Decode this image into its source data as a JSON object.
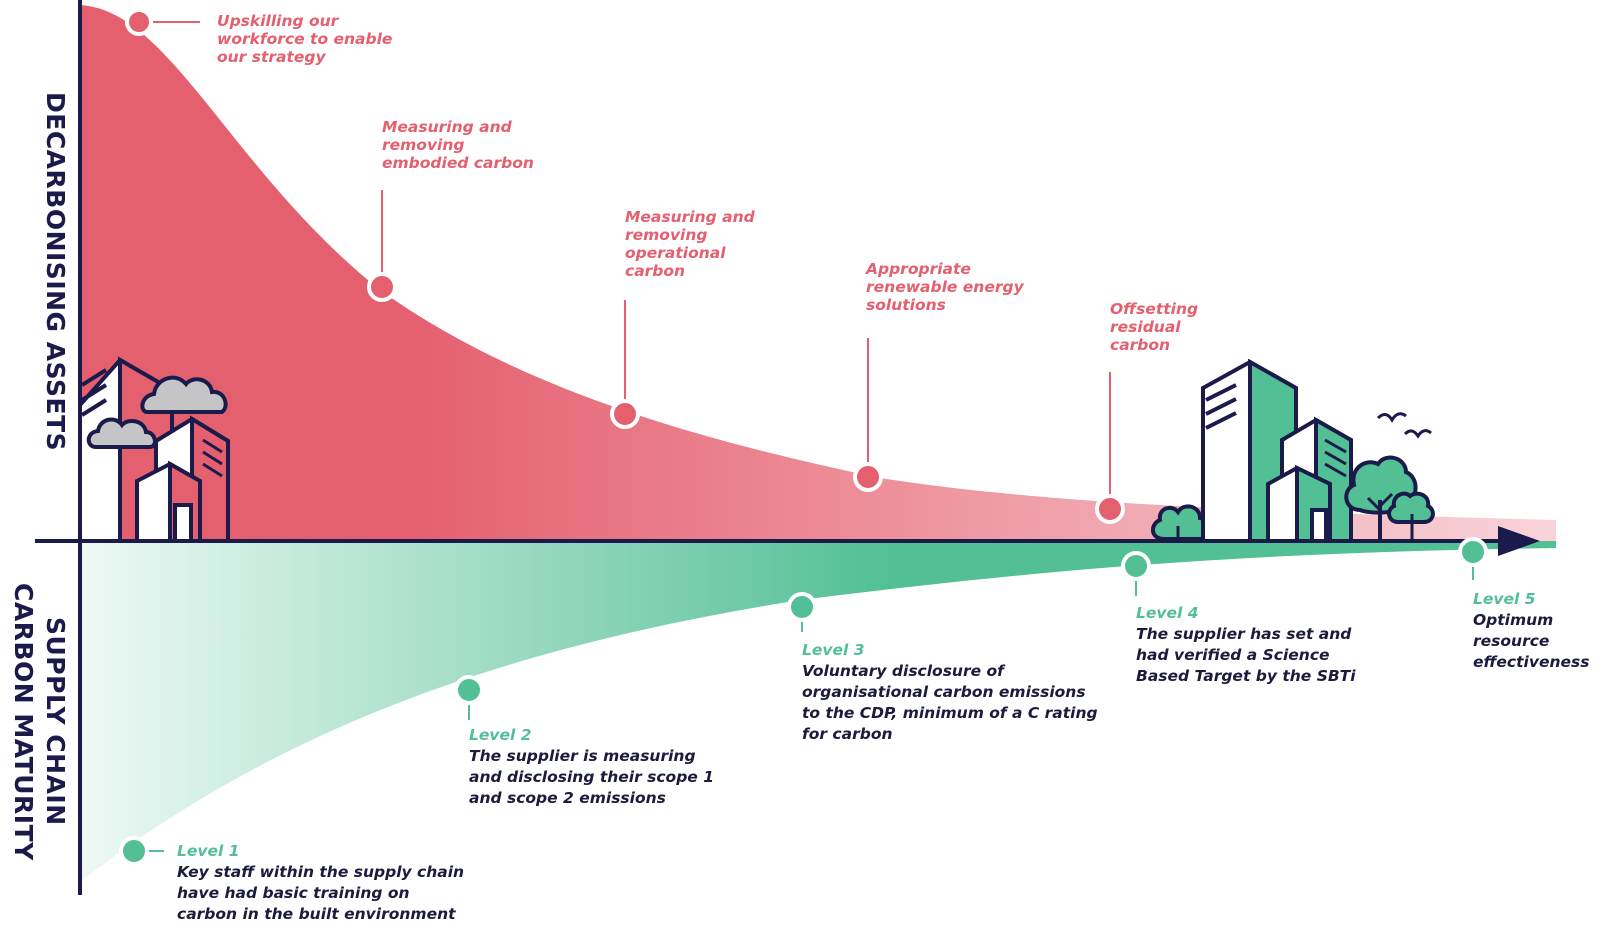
{
  "axes": {
    "upper_title": "DECARBONISING ASSETS",
    "lower_title_line1": "SUPPLY CHAIN",
    "lower_title_line2": "CARBON MATURITY"
  },
  "milestones": [
    {
      "lines": [
        "Upskilling our",
        "workforce to enable",
        "our strategy"
      ]
    },
    {
      "lines": [
        "Measuring and",
        "removing",
        "embodied carbon"
      ]
    },
    {
      "lines": [
        "Measuring and",
        "removing",
        "operational",
        "carbon"
      ]
    },
    {
      "lines": [
        "Appropriate",
        "renewable energy",
        "solutions"
      ]
    },
    {
      "lines": [
        "Offsetting",
        "residual",
        "carbon"
      ]
    }
  ],
  "levels": [
    {
      "title": "Level 1",
      "lines": [
        "Key staff within the supply chain",
        "have had basic training on",
        "carbon in the built environment"
      ]
    },
    {
      "title": "Level 2",
      "lines": [
        "The supplier is measuring",
        "and disclosing their scope 1",
        "and scope 2 emissions"
      ]
    },
    {
      "title": "Level 3",
      "lines": [
        "Voluntary disclosure of",
        "organisational carbon emissions",
        "to the CDP, minimum of a C rating",
        "for carbon"
      ]
    },
    {
      "title": "Level 4",
      "lines": [
        "The supplier has set and",
        "had verified a Science",
        "Based Target by the SBTi"
      ]
    },
    {
      "title": "Level 5",
      "lines": [
        "Optimum",
        "resource",
        "effectiveness"
      ]
    }
  ],
  "colors": {
    "red": "#e5606f",
    "red_light": "#f3c3ca",
    "green": "#52bf95",
    "green_light": "#e6f6f1",
    "navy": "#1b1b4b",
    "cloud": "#c5c5c8"
  },
  "icons": [
    "cloud-icon",
    "building-icon",
    "tree-icon",
    "bird-icon",
    "bush-icon"
  ]
}
